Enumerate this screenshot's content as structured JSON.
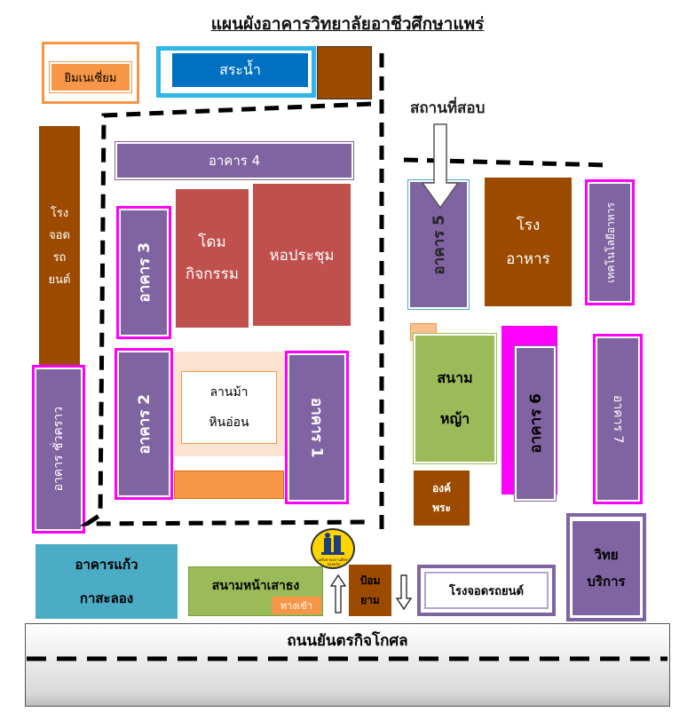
{
  "title": "แผนผังอาคารวิทยาลัยอาชีวศึกษาแพร่",
  "exam_location": "สถานที่สอบ",
  "buildings": {
    "welding": "ยิมเนเซี่ยม",
    "pool": "สระน้ำ",
    "parking_left": [
      "โรง",
      "จอด",
      "รถ",
      "ยนต์"
    ],
    "building4": "อาคาร 4",
    "building3": "อาคาร 3",
    "dome": [
      "โดม",
      "กิจกรรม"
    ],
    "hall": "หอประชุม",
    "building2": "อาคาร 2",
    "courtyard": [
      "ลานม้า",
      "หินอ่อน"
    ],
    "building1": "อาคาร 1",
    "temporary": "อาคาร ชั่วคราว",
    "building5": "อาคาร 5",
    "canteen": [
      "โรง",
      "อาหาร"
    ],
    "tech": "เทคโนโลยีอาหาร",
    "lawn": [
      "สนาม",
      "หญ้า"
    ],
    "building6": "อาคาร 6",
    "building7": "อาคาร 7",
    "shrine": [
      "องค์",
      "พระ"
    ],
    "glass": [
      "อาคารแก้ว",
      "กาสะลอง"
    ],
    "front_field": "สนามหน้าเสาธง",
    "entrance": "ทางเข้า",
    "guard": [
      "ป้อม",
      "ยาม"
    ],
    "parking_right": "โรงจอดรถยนต์",
    "service": [
      "วิทย",
      "บริการ"
    ]
  },
  "road": "ถนนยันตรกิจโกศล",
  "logo_text": "เครือข่ายสถานศึกษาปลอดภัย",
  "colors": {
    "purple": "#8064a2",
    "magenta": "#ff00ff",
    "brown": "#9c4a00",
    "red": "#c0504d",
    "green": "#9bbb59",
    "orange": "#f79646",
    "blue": "#0070c0",
    "cyan": "#4bacc6"
  }
}
